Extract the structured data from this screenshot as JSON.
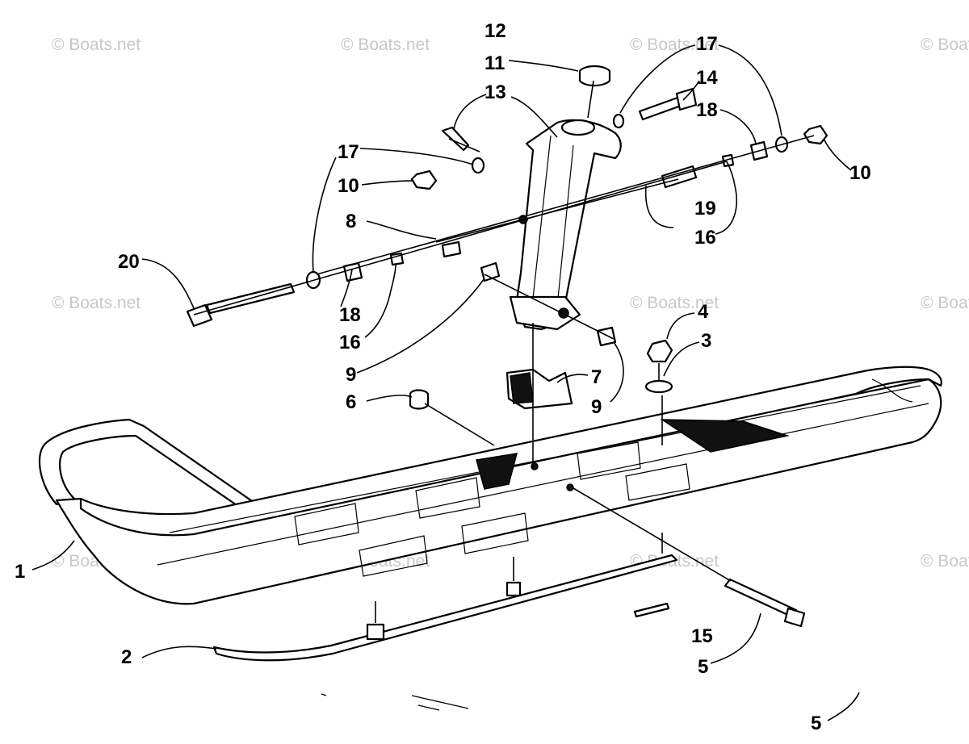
{
  "watermark": "© Boats.net",
  "callouts": [
    {
      "id": "c1",
      "text": "1"
    },
    {
      "id": "c2",
      "text": "2"
    },
    {
      "id": "c3",
      "text": "3"
    },
    {
      "id": "c4",
      "text": "4"
    },
    {
      "id": "c5a",
      "text": "5"
    },
    {
      "id": "c5b",
      "text": "5"
    },
    {
      "id": "c6",
      "text": "6"
    },
    {
      "id": "c7",
      "text": "7"
    },
    {
      "id": "c8",
      "text": "8"
    },
    {
      "id": "c9a",
      "text": "9"
    },
    {
      "id": "c9b",
      "text": "9"
    },
    {
      "id": "c10a",
      "text": "10"
    },
    {
      "id": "c10b",
      "text": "10"
    },
    {
      "id": "c11",
      "text": "11"
    },
    {
      "id": "c12",
      "text": "12"
    },
    {
      "id": "c13",
      "text": "13"
    },
    {
      "id": "c14",
      "text": "14"
    },
    {
      "id": "c15",
      "text": "15"
    },
    {
      "id": "c16a",
      "text": "16"
    },
    {
      "id": "c16b",
      "text": "16"
    },
    {
      "id": "c17a",
      "text": "17"
    },
    {
      "id": "c17b",
      "text": "17"
    },
    {
      "id": "c18a",
      "text": "18"
    },
    {
      "id": "c18b",
      "text": "18"
    },
    {
      "id": "c19",
      "text": "19"
    },
    {
      "id": "c20",
      "text": "20"
    }
  ],
  "colors": {
    "ink": "#000000",
    "paper": "#ffffff",
    "watermark": "#c8c8c8"
  }
}
